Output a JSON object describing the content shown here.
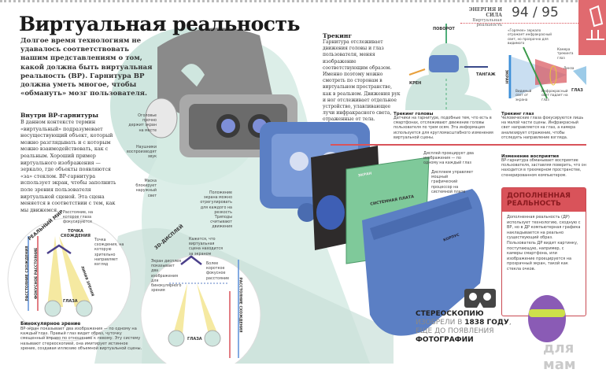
{
  "left_page": {
    "title": "Виртуальная реальность",
    "intro": "Долгое время технологиям не удавалось соответствовать нашим представлениям о том, какой должна быть виртуальная реальность (ВР). Гарнитура ВР должна уметь многое, чтобы «обмануть» мозг пользователя.",
    "inside_heading": "Внутри ВР-гарнитуры",
    "inside_text": "В данном контексте термин «виртуальный» подразумевает несуществующий объект, который можно разглядывать и с которым можно взаимодействовать, как с реальным. Хороший пример виртуального изображения — зеркало, где объекты появляются «за» стеклом. ВР-гарнитура использует экран, чтобы заполнить поле зрения пользователя виртуальной сценой. Эта сцена меняется в соответствии с тем, как мы движемся.",
    "callouts": {
      "straps": "Оголовье прочно держит экран на месте",
      "headphones": "Наушники воспроизводят звук",
      "mask": "Маска блокирует наружный свет",
      "screen_position": "Положение экрана можно отрегулировать для каждого на резкость",
      "tripod": "Триподы считывают движения"
    },
    "real_world": {
      "heading": "РЕАЛЬНЫЙ МИР",
      "focus_note": "Расстояние, на которое глаза фокусируются",
      "convergence_point": "ТОЧКА СХОЖДЕНИЯ",
      "convergence_note": "Точка схождения, на которую зрительно направляет взгляд",
      "line_of_sight": "ЛИНИЯ ЗРЕНИЯ",
      "convergence_distance": "РАССТОЯНИЕ СХОЖДЕНИЯ",
      "focal_distance": "ФОКУСНОЕ РАССТОЯНИЕ",
      "eyes": "ГЛАЗА"
    },
    "display_3d": {
      "heading": "3D-ДИСПЛЕЙ",
      "scene_note": "Кажется, что виртуальная сцена находится за экраном",
      "screen_note": "Экран дисплея показывает два изображения для бинокулярного зрения",
      "focal_note": "Более короткое фокусное расстояние",
      "convergence_distance": "РАССТОЯНИЕ СХОЖДЕНИЯ",
      "eyes": "ГЛАЗА"
    },
    "binocular_heading": "Бинокулярное зрение",
    "binocular_text": "ВР-экран показывает два изображения — по одному на каждый глаз. Правый глаз видит образ, чуточку смещенный вправо по отношению к левому. Эту систему называют стереоскопией, она имитирует истинное зрение, создавая иллюзию объемной виртуальной сцены."
  },
  "right_page": {
    "section": "ЭНЕРГИЯ И СИЛА",
    "subsection": "Виртуальная реальность",
    "page_numbers": "94 / 95",
    "tracking_heading": "Трекинг",
    "tracking_text": "Гарнитура отслеживает движения головы и глаз пользователя, меняя изображение соответствующим образом. Именно поэтому можно смотреть по сторонам в виртуальном пространстве, как в реальном. Движения рук и ног отслеживает отдельное устройство, улавливающее лучи инфракрасного света, отраженные от тела.",
    "head_axes": {
      "yaw": "ПОВОРОТ",
      "roll": "КРЕН",
      "pitch": "ТАНГАЖ"
    },
    "eye_diagram": {
      "mirror": "«Горячее» зеркало отражает инфракрасный свет, но прозрачно для видимого",
      "camera": "Камера трекинга глаз",
      "lens": "Линза",
      "screen": "ЭКРАН",
      "visible": "Видимый свет от экрана",
      "infrared": "Инфракрасный свет падает на глаз",
      "eye": "ГЛАЗ"
    },
    "head_tracking_heading": "Трекинг головы",
    "head_tracking_text": "Датчики на гарнитуре, подобные тем, что есть в смартфонах, отслеживают движение головы пользователя по трем осям. Эта информация используется для кругломасштабного изменения виртуальной сцены.",
    "eye_tracking_heading": "Трекинг глаз",
    "eye_tracking_text": "Человеческие глаза фокусируются лишь на малой части сцены. Инфракрасный свет направляется на глаз, а камера анализирует отражение, чтобы отследить направление взгляда.",
    "display_note": "Дисплей проецирует два изображения — по одному на каждый глаз",
    "board_note": "Дисплеем управляет мощный графический процессор на системной плате",
    "parts": {
      "screen": "ЭКРАН",
      "board": "СИСТЕМНАЯ ПЛАТА",
      "case": "КОРПУС"
    },
    "perception_heading": "Изменение восприятия",
    "perception_text": "ВР-гарнитура обманывает восприятие пользователя, заставляя поверить, что он находится в трехмерном пространстве, сгенерированном компьютером.",
    "ar_heading": "ДОПОЛНЕННАЯ РЕАЛЬНОСТЬ",
    "ar_text": "Дополненная реальность (ДР) использует технологию, сходную с ВР, но в ДР компьютерная графика накладывается на реально существующий образ. Пользователь ДР видит картинку, поступающую, например, с камеры смартфона, или изображение проецируется на прозрачный экран, такой как стекла очков.",
    "stereo_line1": "СТЕРЕОСКОПИЮ",
    "stereo_line2a": "ИЗОБРЕЛИ В ",
    "stereo_year": "1838 ГОДУ",
    "stereo_line3": "ЕЩЕ ДО ПОЯВЛЕНИЯ",
    "stereo_line4": "ФОТОГРАФИИ",
    "watermark": "для мам"
  },
  "colors": {
    "accent_red": "#d9535a",
    "headset_blue": "#5b7fc4",
    "board_green": "#7fc99a",
    "head_teal": "#cfe6df",
    "ar_purple": "#8a5bb5"
  }
}
